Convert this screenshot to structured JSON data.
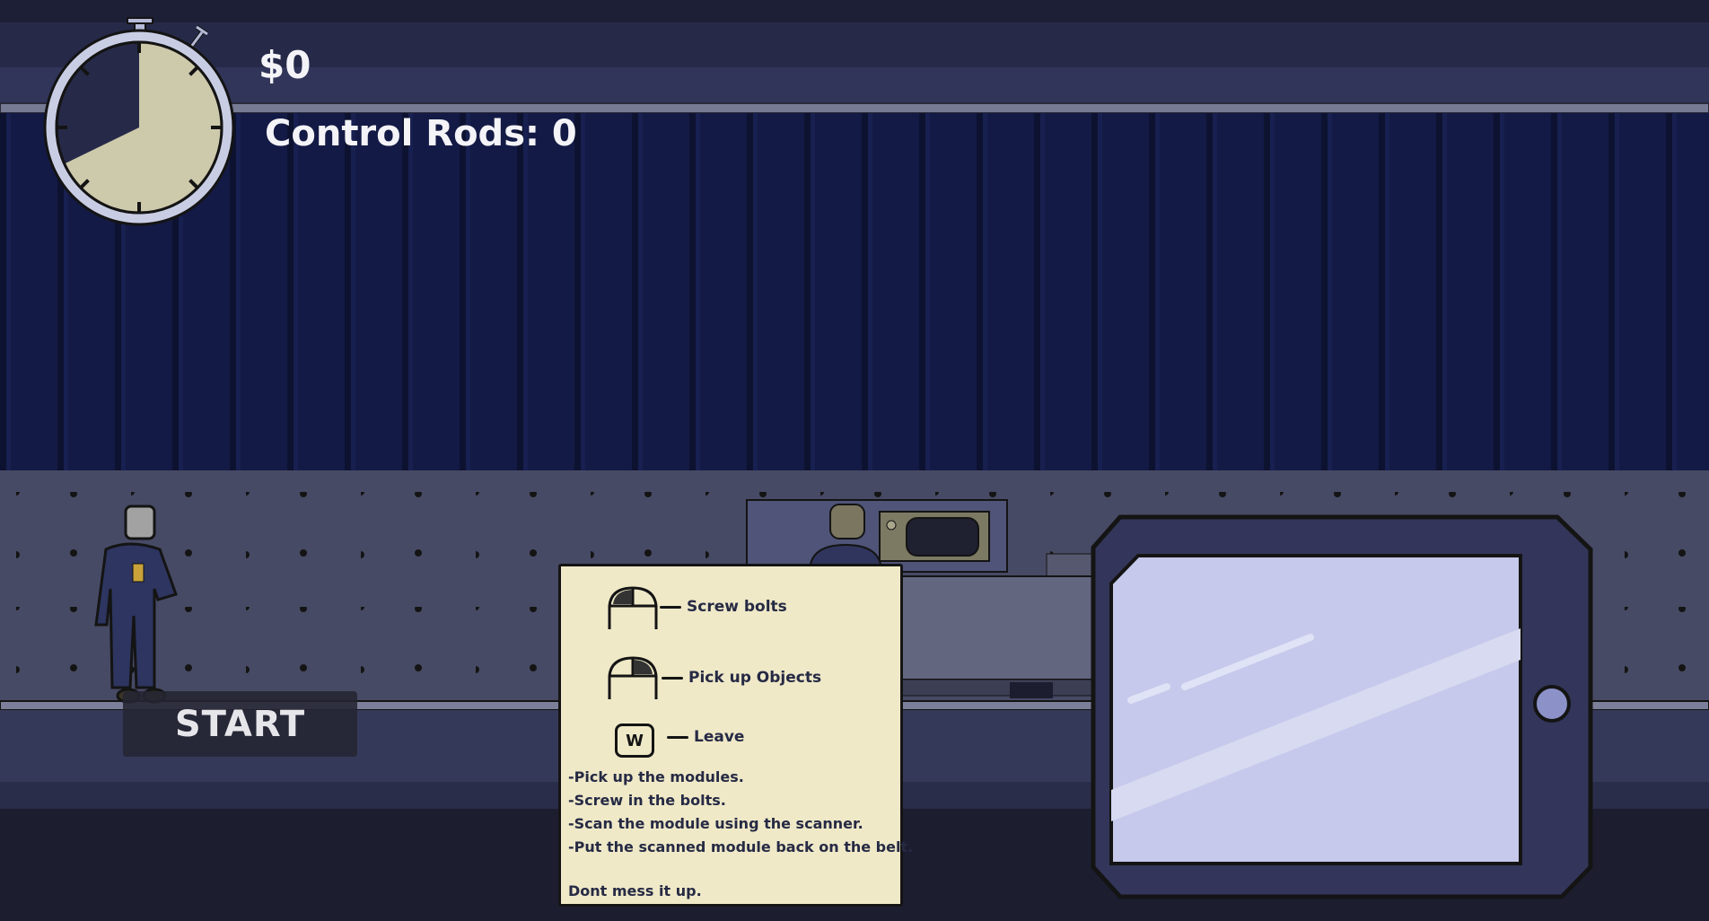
{
  "hud": {
    "money": "$0",
    "control_rods": "Control Rods: 0",
    "timer_remaining_fraction": 0.68
  },
  "start_button": {
    "label": "START"
  },
  "instructions": {
    "controls": [
      {
        "icon": "left-mouse-button-icon",
        "label": "Screw bolts"
      },
      {
        "icon": "right-mouse-button-icon",
        "label": "Pick up Objects"
      },
      {
        "icon": "w-key-icon",
        "key": "W",
        "label": "Leave"
      }
    ],
    "steps": [
      "-Pick up the modules.",
      "-Screw in the bolts.",
      "-Scan the module using the scanner.",
      "-Put the scanned module back on the belt."
    ],
    "note": "Dont mess it up."
  },
  "colors": {
    "curtain": "#131a45",
    "wall": "#474a64",
    "paper": "#efe9c8",
    "timer_face": "#cdc9ab",
    "tablet_screen": "#c6c9eb"
  }
}
